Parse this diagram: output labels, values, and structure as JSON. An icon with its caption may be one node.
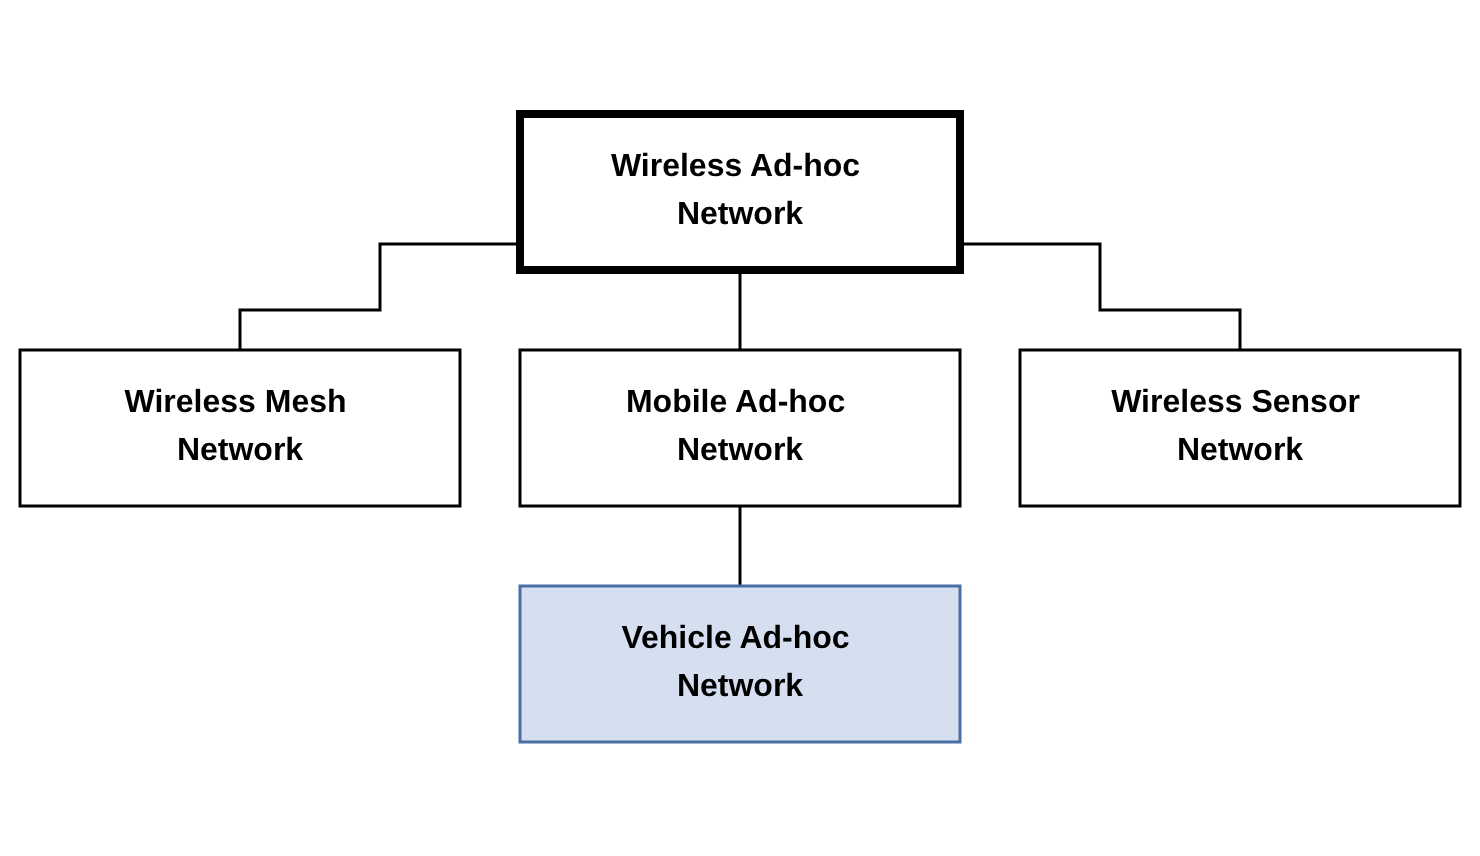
{
  "diagram": {
    "nodes": [
      {
        "text": [
          "Wireless Ad-hoc Network"
        ]
      },
      {
        "text": [
          "Wireless Mesh Network"
        ]
      },
      {
        "text": [
          "Mobile Ad-hoc Network"
        ]
      },
      {
        "text": [
          "Wireless Sensor Network"
        ]
      },
      {
        "text": [
          "Vehicle Ad-hoc Network"
        ]
      }
    ],
    "edges": [
      {
        "from": 0,
        "to": 1,
        "arrow": "none"
      },
      {
        "from": 0,
        "to": 2,
        "arrow": "none"
      },
      {
        "from": 0,
        "to": 3,
        "arrow": "none"
      },
      {
        "from": 2,
        "to": 4,
        "arrow": "none"
      }
    ]
  }
}
